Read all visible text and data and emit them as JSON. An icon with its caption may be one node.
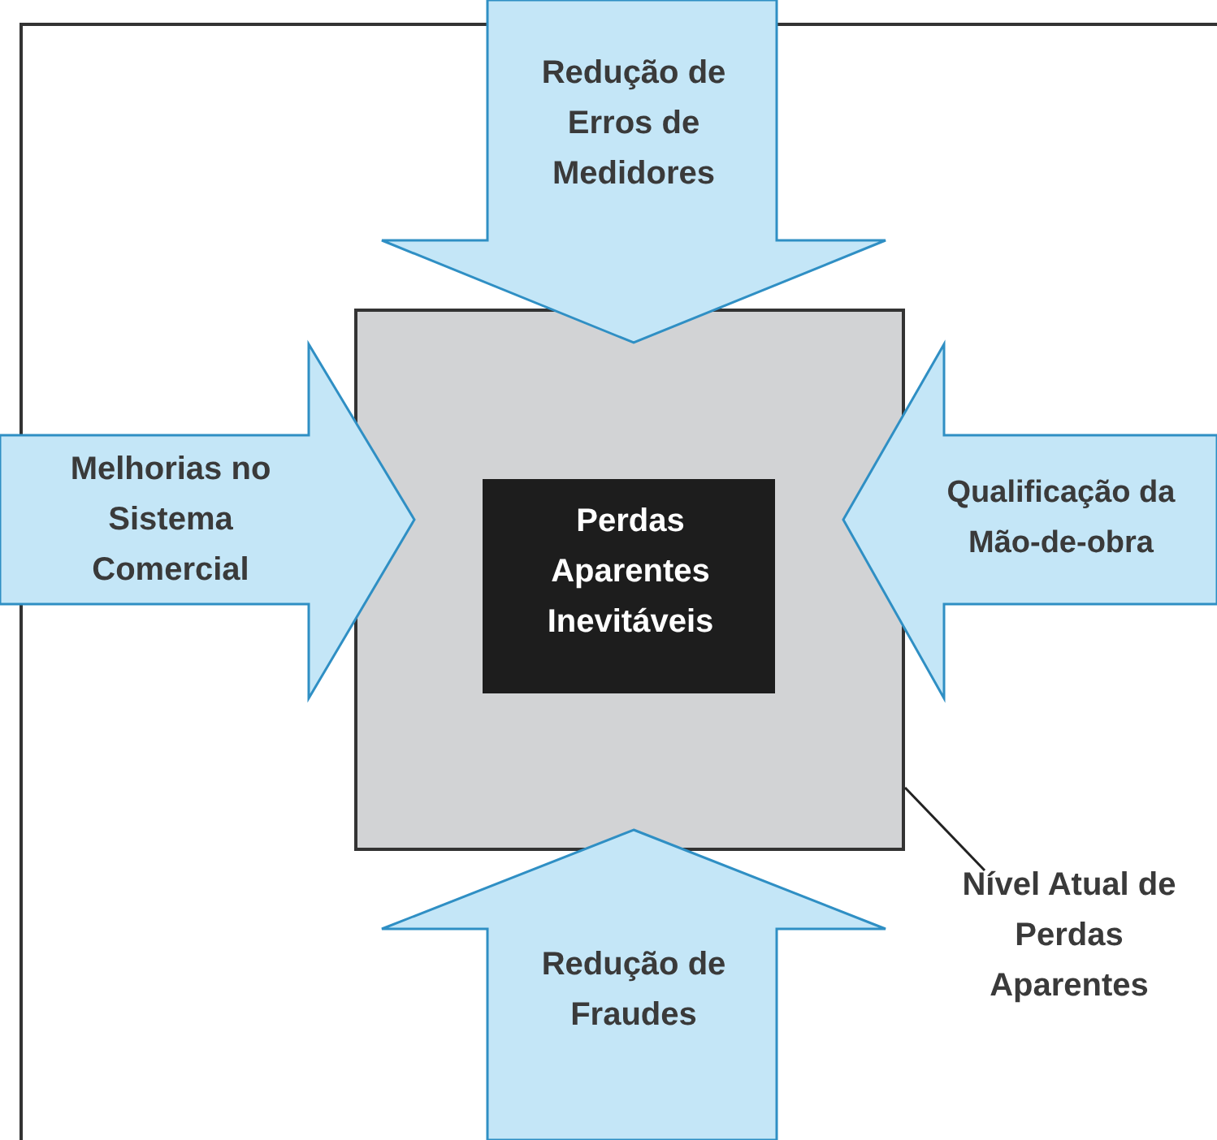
{
  "diagram": {
    "nodes": [
      {
        "text": [
          "Redução de Erros de Medidores"
        ]
      },
      {
        "text": [
          "Melhorias no Sistema Comercial"
        ]
      },
      {
        "text": [],
        "shape": "box"
      },
      {
        "text": [
          "Perdas Aparentes Inevitáveis"
        ],
        "in": 2
      },
      {
        "text": [
          "Qualificação da Mão-de-obra"
        ]
      },
      {
        "text": [
          "Redução de Fraudes"
        ]
      },
      {
        "text": [
          "Nível Atual de Perdas Aparentes"
        ]
      }
    ],
    "edges": [
      {
        "from": 6,
        "to": 2,
        "arrow": "none"
      }
    ]
  }
}
